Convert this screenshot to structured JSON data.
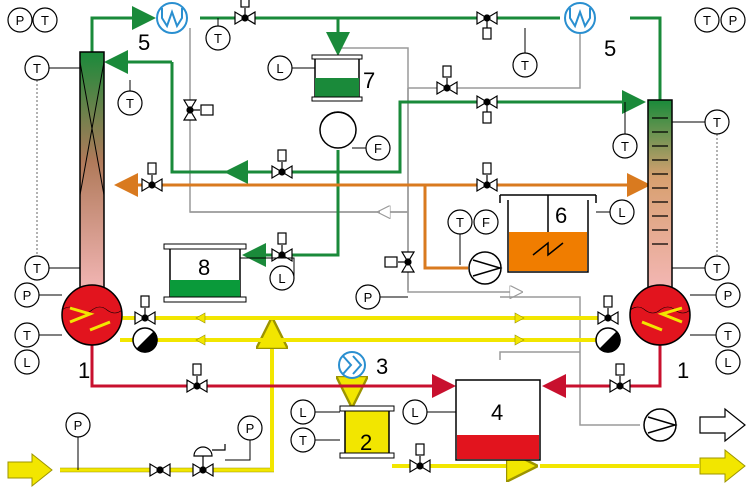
{
  "instrument_letters": {
    "pressure": "P",
    "temperature": "T",
    "level": "L",
    "flow": "F"
  },
  "unit_numbers": {
    "column_left": "1",
    "column_right": "1",
    "preheater": "2",
    "condenser_heater": "3",
    "product_tank": "4",
    "condenser_left": "5",
    "condenser_right": "5",
    "reflux_tank_6": "6",
    "reflux_tank_7": "7",
    "collector_8": "8"
  },
  "colors": {
    "green_line": "#1a8a3a",
    "orange_line": "#d97a1f",
    "yellow_line": "#f2e600",
    "red_line": "#c8102e",
    "grey_line": "#9a9a9a",
    "condenser_blue": "#2a8fd0"
  }
}
